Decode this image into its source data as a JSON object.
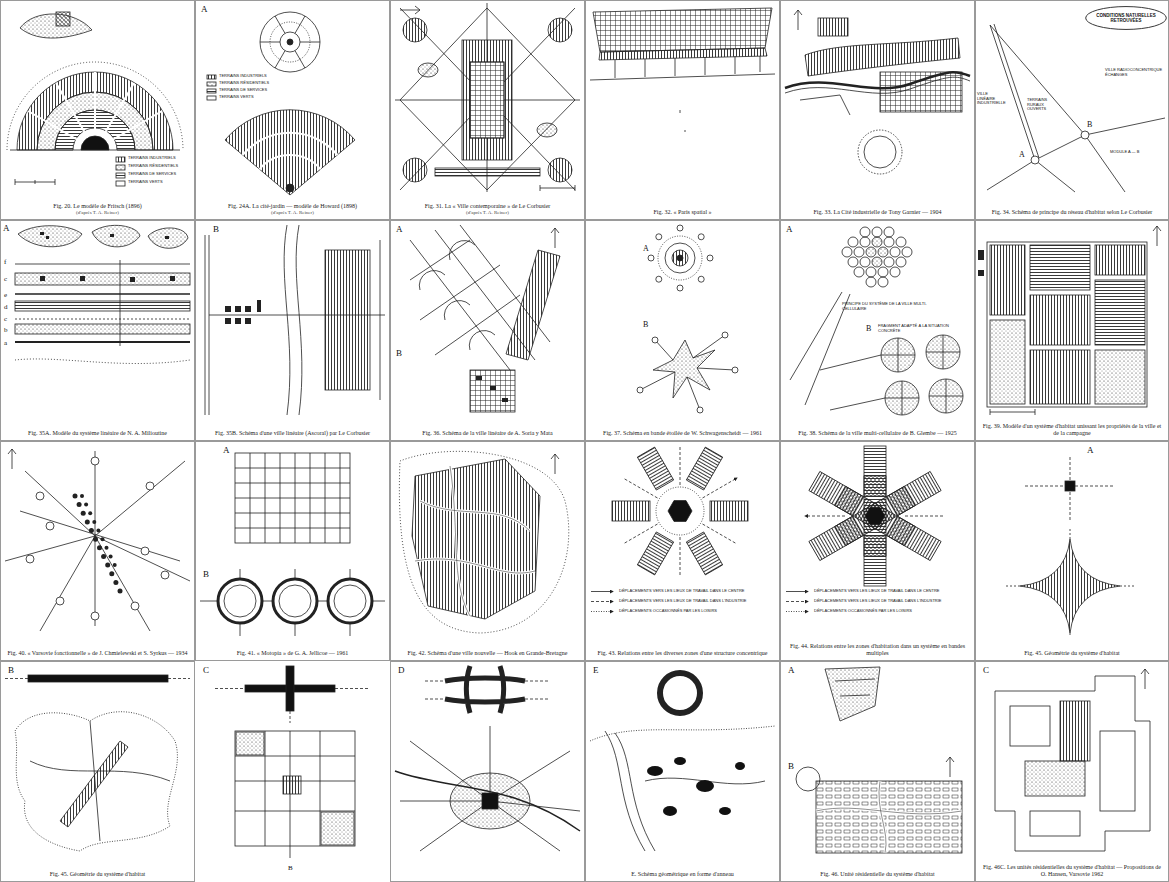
{
  "diagram": {
    "nodes": [
      {
        "text": [
          "Fig. 20. Le modèle de Fritsch (1896)",
          "(d'après T. A. Reiner)"
        ]
      },
      {
        "text": [
          "Fig. 24A. La cité-jardin — modèle de Howard (1898)",
          "(d'après T. A. Reiner)"
        ]
      },
      {
        "text": [
          "Fig. 31. La « Ville contemporaine » de Le Corbusier",
          "(d'après T. A. Reiner)"
        ]
      },
      {
        "text": [
          "Fig. 32. « Paris spatial »"
        ]
      },
      {
        "text": [
          "Fig. 33. La Cité industrielle de Tony Garnier — 1904"
        ]
      },
      {
        "text": [
          "Fig. 34. Schéma de principe du réseau d'habitat selon Le Corbusier"
        ]
      },
      {
        "text": [
          "CONDITIONS NATURELLES RETROUVÉES"
        ],
        "in": 5
      },
      {
        "text": [
          "Fig. 35A. Modèle du système linéaire de N. A. Milioutine"
        ]
      },
      {
        "text": [
          "Fig. 35B. Schéma d'une ville linéaire (Ascoral) par Le Corbusier"
        ]
      },
      {
        "text": [
          "Fig. 36. Schéma de la ville linéaire de A. Soria y Mata"
        ]
      },
      {
        "text": [
          "Fig. 37. Schéma en bande étoilée de W. Schwagenscheidt — 1961"
        ]
      },
      {
        "text": [
          "Fig. 38. Schéma de la ville multi-cellulaire de B. Glembe — 1925"
        ]
      },
      {
        "text": [
          "Fig. 39. Modèle d'un système d'habitat unissant les propriétés de la ville et de la campagne"
        ]
      },
      {
        "text": [
          "Fig. 40. « Varsovie fonctionnelle » de J. Chmielewski et S. Syrkus — 1934"
        ]
      },
      {
        "text": [
          "Fig. 41. « Motopia » de G. A. Jellicoe — 1961"
        ]
      },
      {
        "text": [
          "Fig. 42. Schéma d'une ville nouvelle — Hook en Grande-Bretagne"
        ]
      },
      {
        "text": [
          "Fig. 43. Relations entre les diverses zones d'une structure concentrique"
        ]
      },
      {
        "text": [
          "Fig. 44. Relations entre les zones d'habitation dans un système en bandes multiples"
        ]
      },
      {
        "text": [
          "Fig. 45. Géométrie du système d'habitat"
        ]
      },
      {
        "text": [
          "Fig. 45. Géométrie du système d'habitat"
        ]
      },
      {
        "text": [
          "E. Schéma géométrique en forme d'anneau"
        ]
      },
      {
        "text": [
          "Fig. 46. Unité résidentielle du système d'habitat"
        ]
      },
      {
        "text": [
          "Fig. 46C. Les unités résidentielles du système d'habitat — Propositions de O. Hansen, Varsovie 1962"
        ]
      }
    ],
    "labels": [
      "A",
      "VILLE LINÉAIRE INDUSTRIELLE",
      "TERRAINS RURAUX OUVERTS",
      "VILLE RADIOCONCENTRIQUE ÉCHANGES",
      "A",
      "B",
      "MODULE A — B",
      "A",
      "f",
      "c",
      "e",
      "d",
      "c",
      "b",
      "a",
      "B",
      "A",
      "B",
      "A",
      "B",
      "A",
      "PRINCIPE DU SYSTÈME DE LA VILLE MULTI-CELLULAIRE",
      "B",
      "FRAGMENT ADAPTÉ À LA SITUATION CONCRÈTE",
      "A",
      "B",
      "A",
      "B",
      "C",
      "B",
      "D",
      "E",
      "A",
      "B",
      "C"
    ],
    "legend": [
      {
        "text": "TERRAINS INDUSTRIELS"
      },
      {
        "text": "TERRAINS RÉSIDENTIELS"
      },
      {
        "text": "TERRAINS DE SERVICES"
      },
      {
        "text": "TERRAINS VERTS"
      },
      {
        "text": "TERRAINS INDUSTRIELS"
      },
      {
        "text": "TERRAINS RÉSIDENTIELS"
      },
      {
        "text": "TERRAINS DE SERVICES"
      },
      {
        "text": "TERRAINS VERTS"
      },
      {
        "text": "DÉPLACEMENTS VERS LES LIEUX DE TRAVAIL DANS LE CENTRE"
      },
      {
        "text": "DÉPLACEMENTS VERS LES LIEUX DE TRAVAIL DANS L'INDUSTRIE"
      },
      {
        "text": "DÉPLACEMENTS OCCASIONNÉS PAR LES LOISIRS"
      },
      {
        "text": "DÉPLACEMENTS VERS LES LIEUX DE TRAVAIL DANS LE CENTRE"
      },
      {
        "text": "DÉPLACEMENTS VERS LES LIEUX DE TRAVAIL DANS L'INDUSTRIE"
      },
      {
        "text": "DÉPLACEMENTS OCCASIONNÉS PAR LES LOISIRS"
      }
    ]
  }
}
